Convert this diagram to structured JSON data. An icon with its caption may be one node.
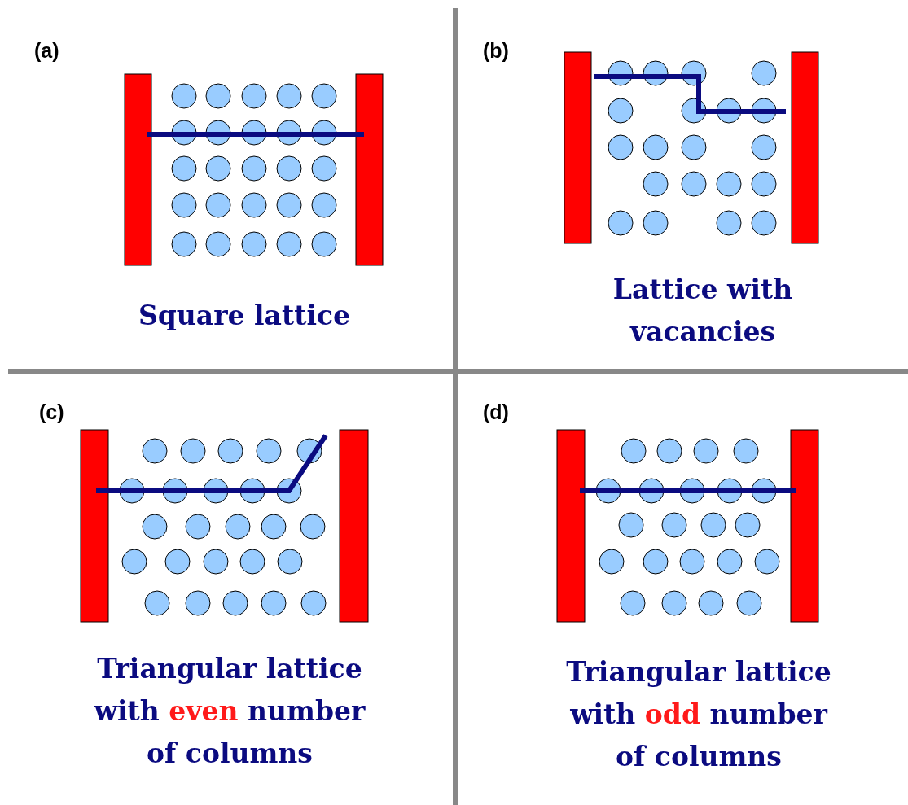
{
  "diagram": {
    "labels": [
      "(a)",
      "Square lattice",
      "(b)",
      "Lattice with vacancies",
      "(c)",
      "Triangular lattice with even number of columns",
      "(d)",
      "Triangular lattice with odd number of columns"
    ]
  }
}
